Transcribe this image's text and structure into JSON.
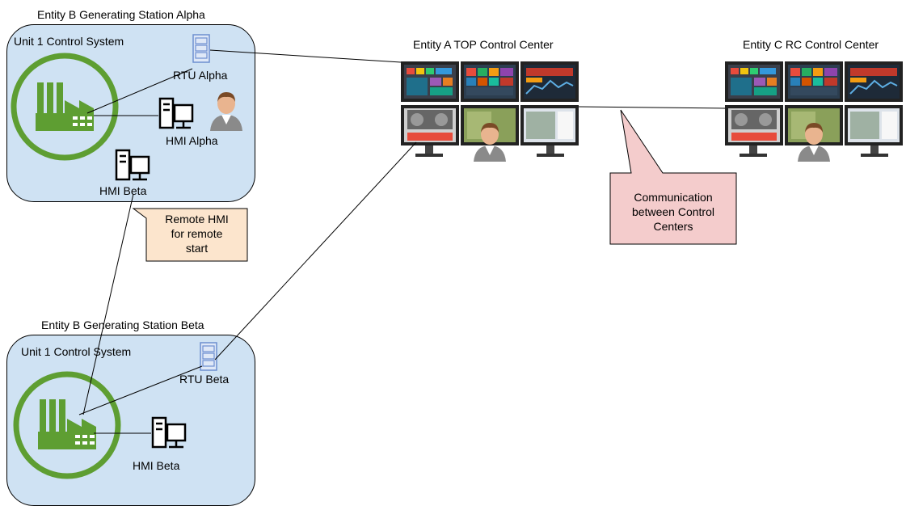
{
  "station_alpha": {
    "title": "Entity B Generating Station Alpha",
    "box_label": "Unit 1 Control System",
    "rtu_label": "RTU Alpha",
    "hmi_label": "HMI Alpha",
    "hmi2_label": "HMI Beta"
  },
  "station_beta": {
    "title": "Entity B Generating Station Beta",
    "box_label": "Unit 1 Control System",
    "rtu_label": "RTU Beta",
    "hmi_label": "HMI Beta"
  },
  "control_center_a": {
    "title": "Entity A TOP Control Center"
  },
  "control_center_c": {
    "title": "Entity C RC Control Center"
  },
  "callout_remote_hmi": {
    "lines": [
      "Remote HMI",
      "for remote",
      "start"
    ]
  },
  "callout_communication": {
    "lines": [
      "Communication",
      "between Control",
      "Centers"
    ]
  },
  "colors": {
    "station_fill": "#cfe2f3",
    "factory_green": "#5e9e32",
    "callout_orange": "#fce5cd",
    "callout_pink": "#f4cccc",
    "rtu_blue": "#6d8fd0"
  },
  "icons": [
    "factory-icon",
    "rtu-server-icon",
    "hmi-workstation-icon",
    "operator-avatar-icon",
    "control-room-monitors-icon"
  ]
}
